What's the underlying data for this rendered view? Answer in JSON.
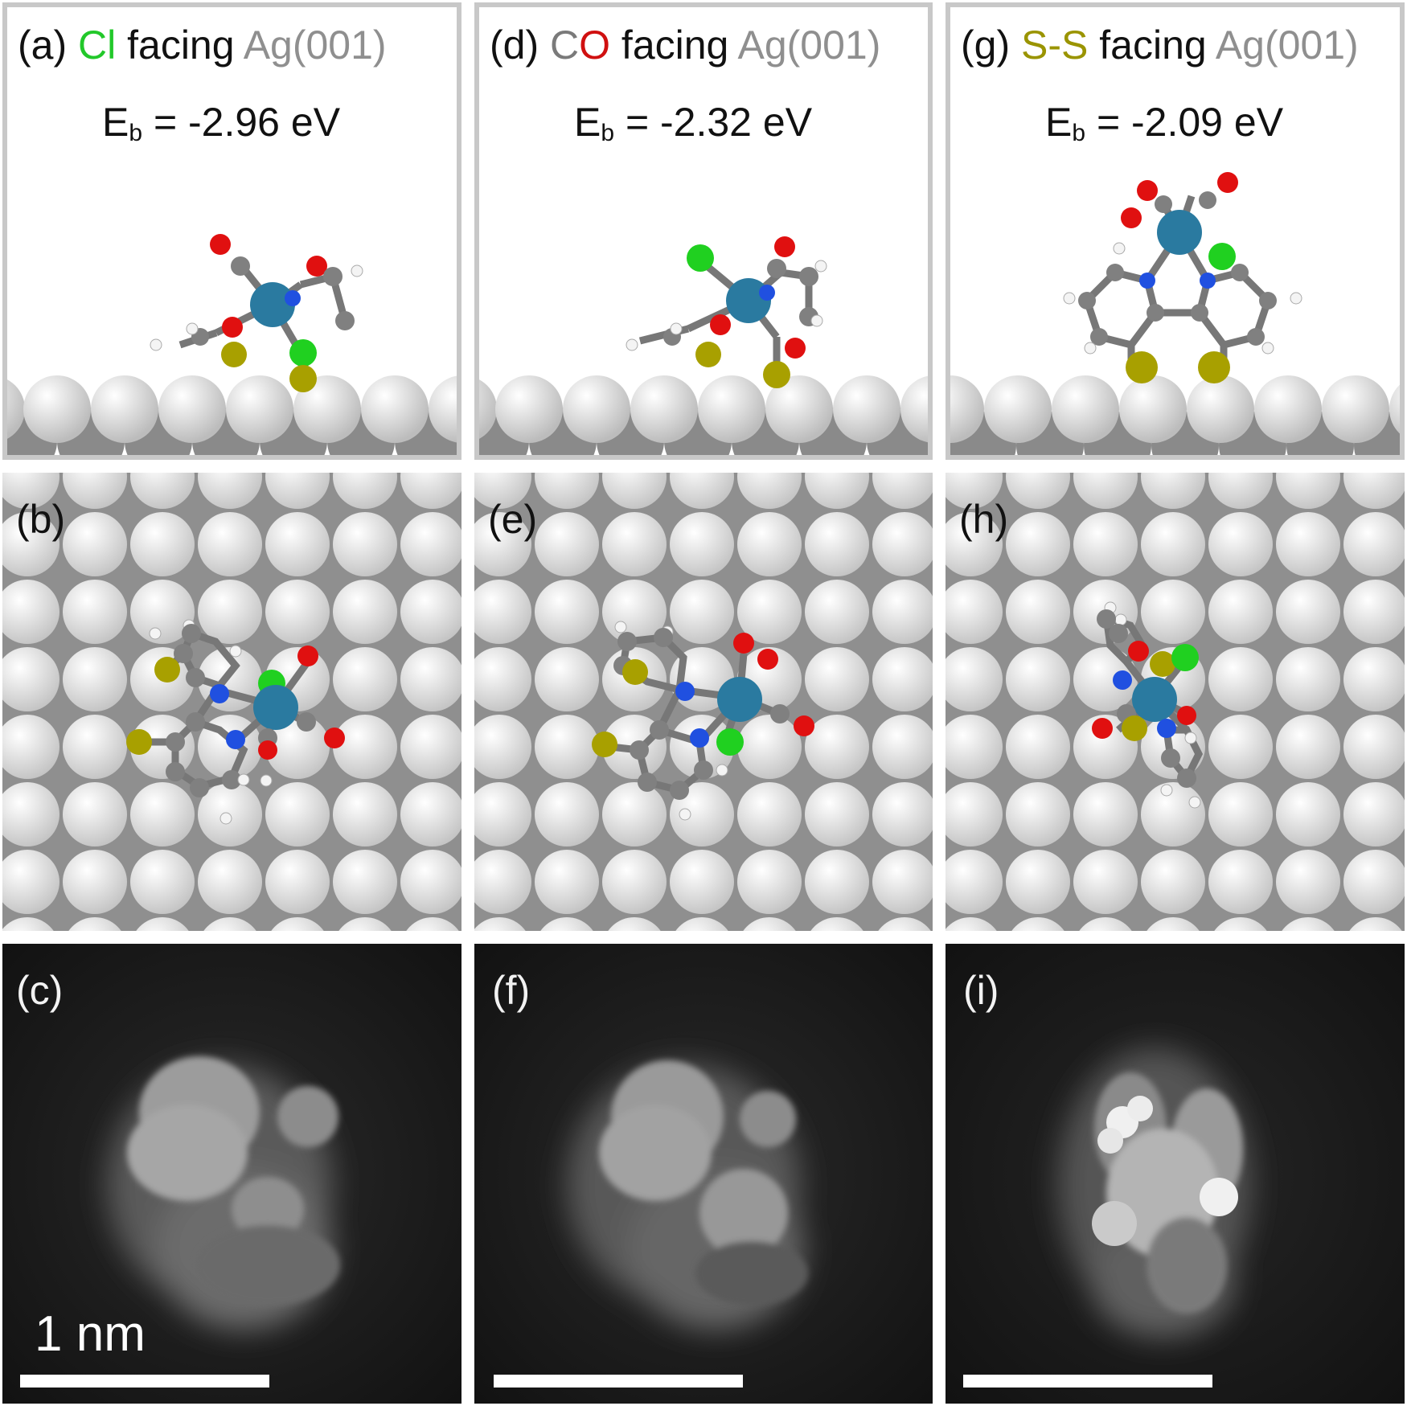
{
  "figure": {
    "panels": [
      {
        "id": "a",
        "label": "(a)",
        "parts": [
          {
            "text": "Cl",
            "color": "#22c82a"
          },
          {
            "text": " facing ",
            "color": "#111111"
          },
          {
            "text": "Ag(001)",
            "color": "#8f8f8f"
          }
        ],
        "energy_prefix": "E",
        "energy_sub": "b",
        "energy_value": " = -2.96 eV"
      },
      {
        "id": "d",
        "label": "(d)",
        "parts": [
          {
            "text": "C",
            "color": "#7a7a7a"
          },
          {
            "text": "O",
            "color": "#d01010"
          },
          {
            "text": " facing ",
            "color": "#111111"
          },
          {
            "text": "Ag(001)",
            "color": "#8f8f8f"
          }
        ],
        "energy_prefix": "E",
        "energy_sub": "b",
        "energy_value": " = -2.32 eV"
      },
      {
        "id": "g",
        "label": "(g)",
        "parts": [
          {
            "text": "S-S",
            "color": "#9a9400"
          },
          {
            "text": " facing ",
            "color": "#111111"
          },
          {
            "text": "Ag(001)",
            "color": "#8f8f8f"
          }
        ],
        "energy_prefix": "E",
        "energy_sub": "b",
        "energy_value": " = -2.09 eV"
      }
    ],
    "top_labels": {
      "b": "(b)",
      "e": "(e)",
      "h": "(h)"
    },
    "stm_labels": {
      "c": "(c)",
      "f": "(f)",
      "i": "(i)"
    },
    "scale_bar_text": "1 nm",
    "atom_colors": {
      "silver": "#e6e6e6",
      "rhenium": "#2a7aa0",
      "carbon": "#808080",
      "oxygen": "#e01010",
      "nitrogen": "#2050e0",
      "chlorine": "#20d020",
      "sulfur": "#a8a000",
      "hydrogen": "#f4f4f4"
    }
  }
}
